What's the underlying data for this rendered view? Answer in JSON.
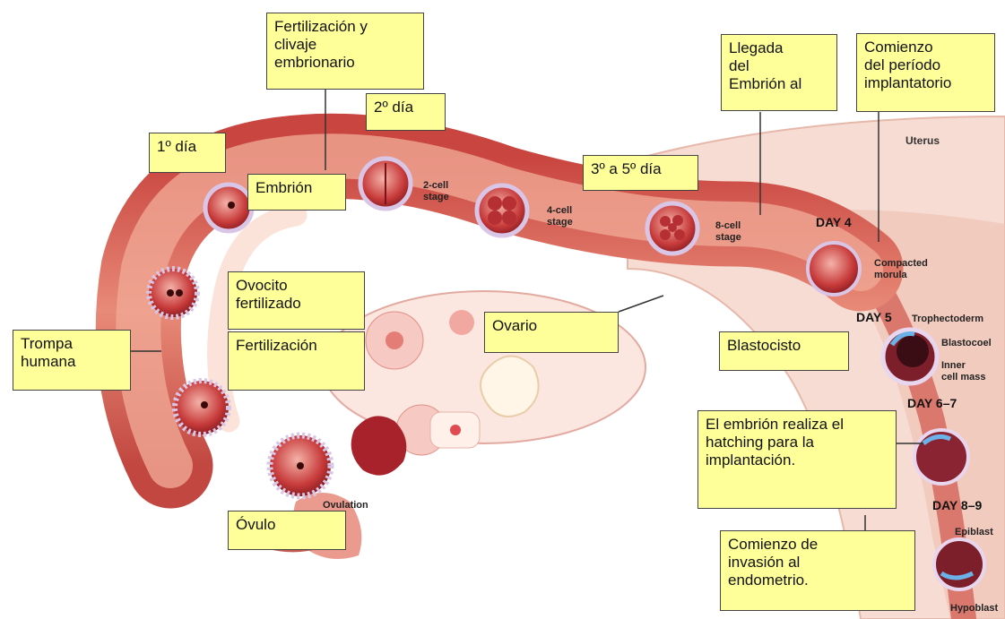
{
  "notes": {
    "fertilizacion_clivaje": "Fertilización y\nclivaje\nembrionario",
    "dia_2": "2º día",
    "dia_1": "1º día",
    "embrion": "Embrión",
    "dia_3_5": "3º a 5º día",
    "llegada": "Llegada\ndel\nEmbrión al",
    "comienzo_implantatorio": "Comienzo\ndel período\nimplantatorio",
    "ovocito": "Ovocito\nfertilizado",
    "fertilizacion": "Fertilización",
    "trompa": "Trompa\nhumana",
    "ovario": "Ovario",
    "blastocisto": "Blastocisto",
    "hatching": "El embrión realiza el\nhatching para la\nimplantación.",
    "ovulo": "Óvulo",
    "invasion": "Comienzo de\ninvasión al\nendometrio."
  },
  "labels": {
    "cell2": "2-cell\nstage",
    "cell4": "4-cell\nstage",
    "cell8": "8-cell\nstage",
    "morula": "Compacted\nmorula",
    "uterus": "Uterus",
    "trophectoderm": "Trophectoderm",
    "blastocoel": "Blastocoel",
    "inner": "Inner\ncell mass",
    "epiblast": "Epiblast",
    "hypoblast": "Hypoblast",
    "ovulation": "Ovulation"
  },
  "days": {
    "d4": "DAY 4",
    "d5": "DAY 5",
    "d67": "DAY 6–7",
    "d89": "DAY 8–9"
  },
  "colors": {
    "tube": "#d9605a",
    "tube_inner": "#f2b0a0",
    "uterus": "#f6d6cc",
    "note": "#ffff99"
  }
}
